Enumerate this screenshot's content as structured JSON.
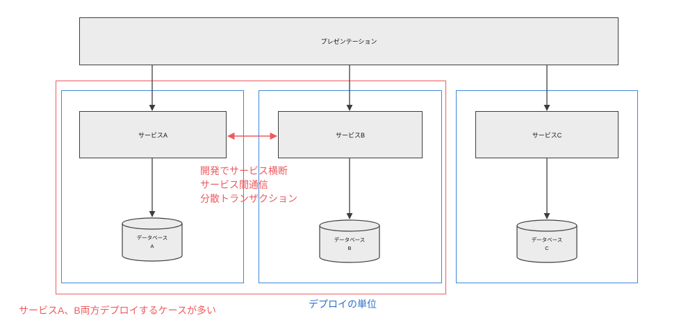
{
  "presentation": {
    "label": "プレゼンテーション"
  },
  "services": [
    {
      "label": "サービスA",
      "db_line1": "データベース",
      "db_line2": "A"
    },
    {
      "label": "サービスB",
      "db_line1": "データベース",
      "db_line2": "B"
    },
    {
      "label": "サービスC",
      "db_line1": "データベース",
      "db_line2": "C"
    }
  ],
  "cross_service_notes": {
    "line1": "開発でサービス横断",
    "line2": "サービス間通信",
    "line3": "分散トランザクション"
  },
  "deploy_unit_label": "デプロイの単位",
  "joint_deploy_label": "サービスA、B両方デプロイするケースが多い",
  "colors": {
    "red": "#ee5a5e",
    "blue": "#3d86d6",
    "box_fill": "#ececec",
    "line": "#3c3c3c"
  }
}
